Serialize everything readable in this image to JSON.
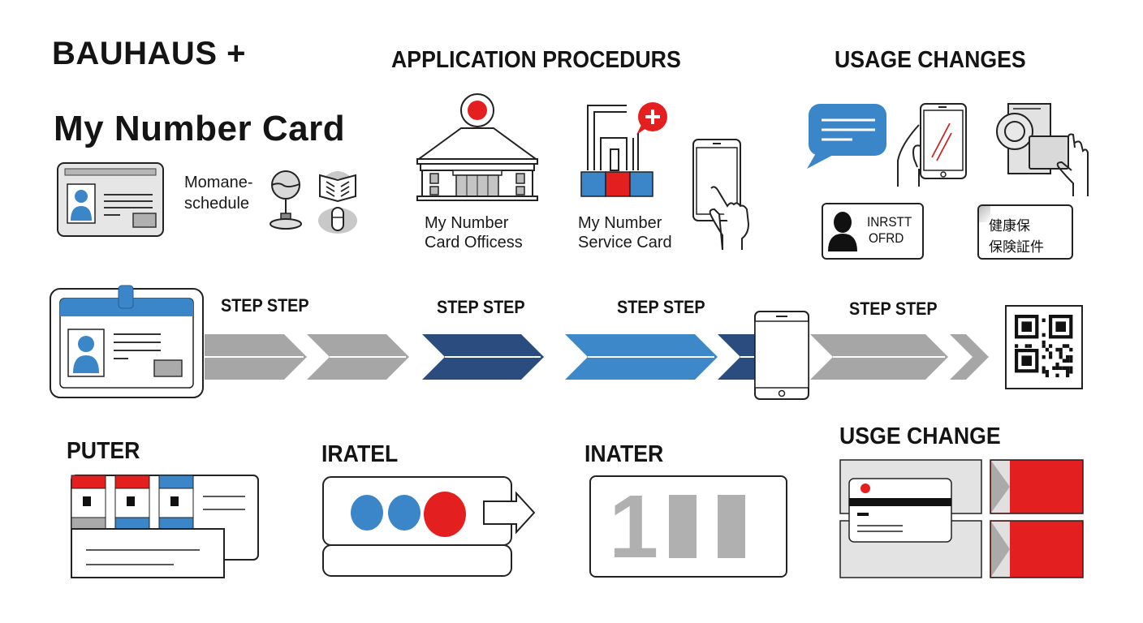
{
  "title": {
    "line1": "BAUHAUS +",
    "line2": "My Number Card"
  },
  "intro": {
    "label_line1": "Momane-",
    "label_line2": "schedule",
    "icons": [
      "id-card-icon",
      "globe-stand-icon",
      "person-reading-icon"
    ]
  },
  "application": {
    "heading": "APPLICATION PROCEDURS",
    "items": [
      {
        "line1": "My Number",
        "line2": "Card Officess",
        "icon": "government-building-icon"
      },
      {
        "line1": "My Number",
        "line2": "Service Card",
        "icon": "service-kiosk-icon"
      },
      {
        "line1": "",
        "line2": "",
        "icon": "smartphone-tap-icon"
      }
    ]
  },
  "usage": {
    "heading": "USAGE CHANGES",
    "icons": [
      "chat-bubble-icon",
      "hand-holding-phone-icon",
      "card-reader-icon"
    ],
    "id_badge": {
      "line1": "INRSTT",
      "line2": "OFRD"
    },
    "insurance_badge": {
      "line1": "健康保",
      "line2": "保険証件"
    }
  },
  "flow": {
    "steps": [
      {
        "label": "STEP STEP",
        "color": "#a6a6a6"
      },
      {
        "label": "STEP STEP",
        "color": "#2a4c7f"
      },
      {
        "label": "STEP STEP",
        "color": "#3c88c8"
      },
      {
        "label": "STEP STEP",
        "color": "#a6a6a6"
      }
    ],
    "start_icon": "id-badge-icon",
    "mid_icon": "smartphone-icon",
    "end_icon": "qr-code-icon"
  },
  "bottom": {
    "sections": [
      {
        "heading": "PUTER",
        "icon": "card-stack-icon"
      },
      {
        "heading": "IRATEL",
        "icon": "dots-card-icon"
      },
      {
        "heading": "INATER",
        "icon": "number-panel-icon",
        "digit": "1"
      },
      {
        "heading": "USGE CHANGE",
        "icon": "card-swap-icon"
      }
    ]
  },
  "colors": {
    "red": "#e3201f",
    "blue": "#3b86c8",
    "navy": "#2a4c7f",
    "gray": "#a6a6a6",
    "light_gray": "#e3e3e3"
  }
}
